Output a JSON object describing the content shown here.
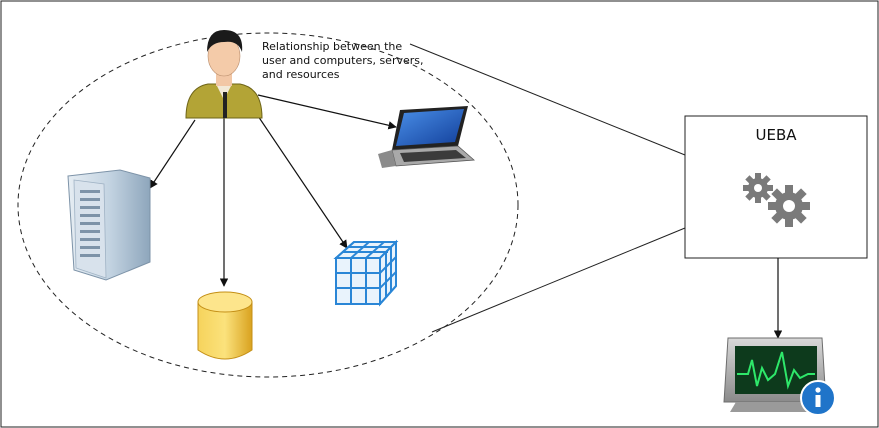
{
  "annotation": {
    "line1": "Relationship between the",
    "line2": "user and computers, servers,",
    "line3": "and resources"
  },
  "ueba": {
    "title": "UEBA"
  },
  "icons": {
    "user": "user-icon",
    "laptop": "laptop-icon",
    "server": "server-icon",
    "database": "database-icon",
    "cube": "data-cube-icon",
    "gears": "gears-icon",
    "monitor": "monitor-info-icon"
  },
  "colors": {
    "user_shirt": "#b3a436",
    "database": "#f2c23a",
    "cube": "#2a86d6",
    "monitor_line": "#2ee86a",
    "info_badge": "#1f74c9",
    "gears": "#7a7a7a"
  }
}
